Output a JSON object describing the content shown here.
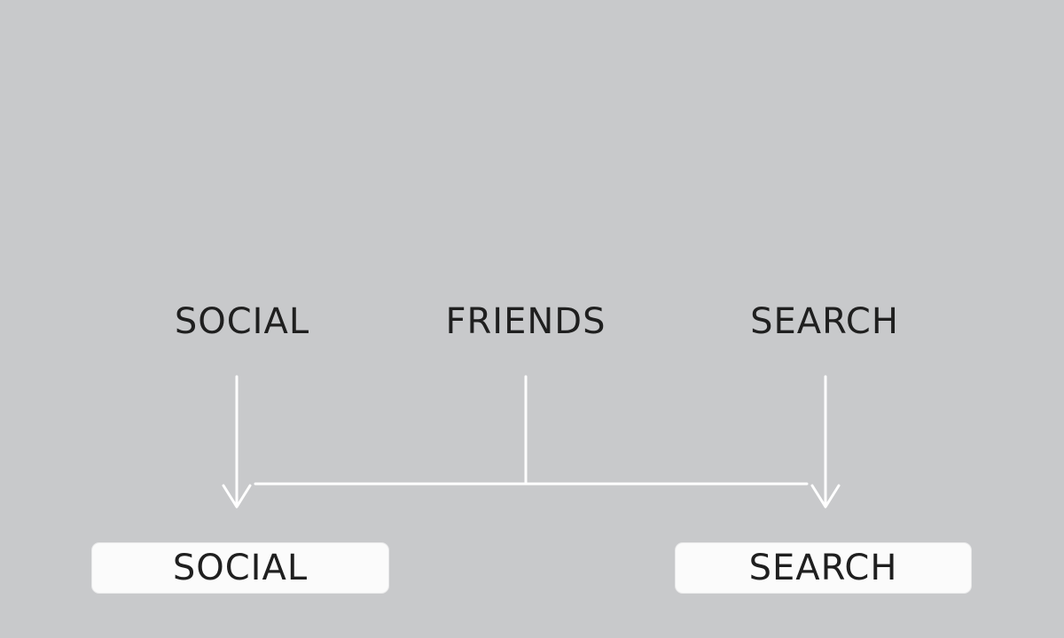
{
  "diagram": {
    "top_labels": {
      "social": "SOCIAL",
      "friends": "FRIENDS",
      "search": "SEARCH"
    },
    "bottom_boxes": {
      "social": "SOCIAL",
      "search": "SEARCH"
    },
    "colors": {
      "background": "#c8c9cb",
      "connector": "#ffffff",
      "box_fill": "#fbfbfb",
      "text": "#1f1f1f"
    }
  }
}
